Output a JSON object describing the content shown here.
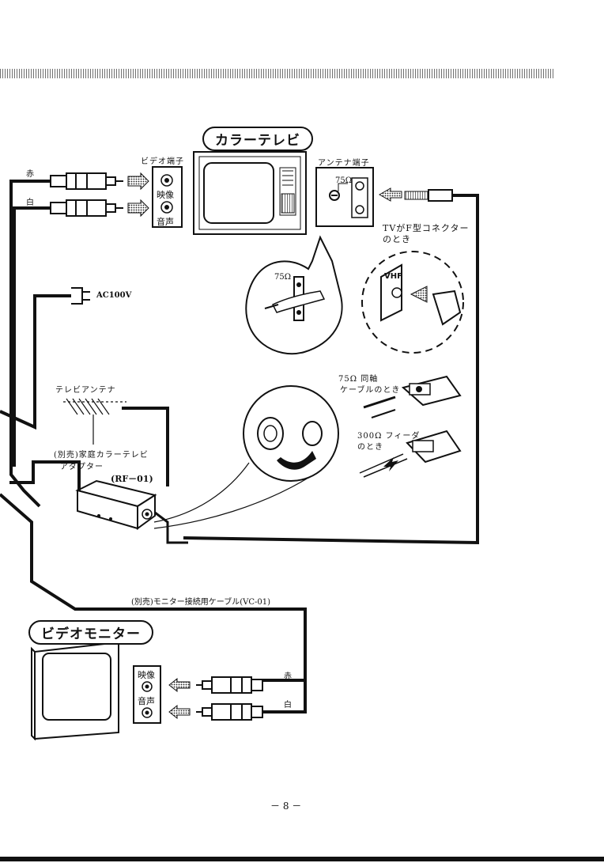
{
  "tv": {
    "title": "カラーテレビ",
    "video_terminal": "ビデオ端子",
    "video_label": "映像",
    "audio_label": "音声",
    "antenna_terminal": "アンテナ端子",
    "ohm_label": "75Ω",
    "f_connector_note_1": "TVがF型コネクター",
    "f_connector_note_2": "のとき",
    "vhf_label": "VHF",
    "zoom_ohm_label": "75Ω"
  },
  "cables": {
    "red": "赤",
    "white": "白",
    "ac": "AC100V"
  },
  "antenna": {
    "label": "テレビアンテナ",
    "adapter_1": "(別売)家庭カラーテレビ",
    "adapter_2": "アダプター",
    "model": "(RF－01)",
    "coax_1": "75Ω 同軸",
    "coax_2": "ケーブルのとき",
    "feeder_1": "300Ω フィーダ",
    "feeder_2": "のとき"
  },
  "monitor": {
    "cable_label": "(別売)モニター接続用ケーブル(VC-01)",
    "title": "ビデオモニター",
    "video_label": "映像",
    "audio_label": "音声",
    "red": "赤",
    "white": "白"
  },
  "page_number": "－ 8 －"
}
